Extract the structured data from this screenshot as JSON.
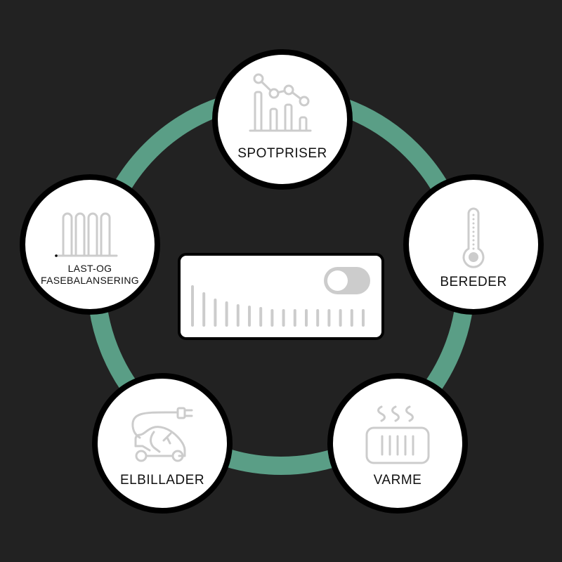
{
  "diagram": {
    "type": "hub-and-ring",
    "colors": {
      "background": "#222222",
      "ring": "#5a9e86",
      "node_fill": "#ffffff",
      "node_border": "#000000",
      "icon_gray": "#cccccc",
      "label_text": "#111111"
    },
    "nodes": [
      {
        "id": "spotpriser",
        "label": "SPOTPRISER",
        "icon": "bar-line-chart-icon"
      },
      {
        "id": "bereder",
        "label": "BEREDER",
        "icon": "thermometer-icon"
      },
      {
        "id": "varme",
        "label": "VARME",
        "icon": "radiator-heat-icon"
      },
      {
        "id": "elbillader",
        "label": "ELBILLADER",
        "icon": "electric-car-plug-icon"
      },
      {
        "id": "last-og-fasebalansering",
        "label_line1": "LAST-OG",
        "label_line2": "FASEBALANSERING",
        "icon": "phase-balance-icon"
      }
    ],
    "center_card": {
      "toggle_state": "off",
      "bars": [
        55,
        45,
        36,
        32,
        28,
        26,
        24,
        21,
        21,
        21,
        21,
        21,
        21,
        21,
        21,
        21
      ]
    }
  }
}
